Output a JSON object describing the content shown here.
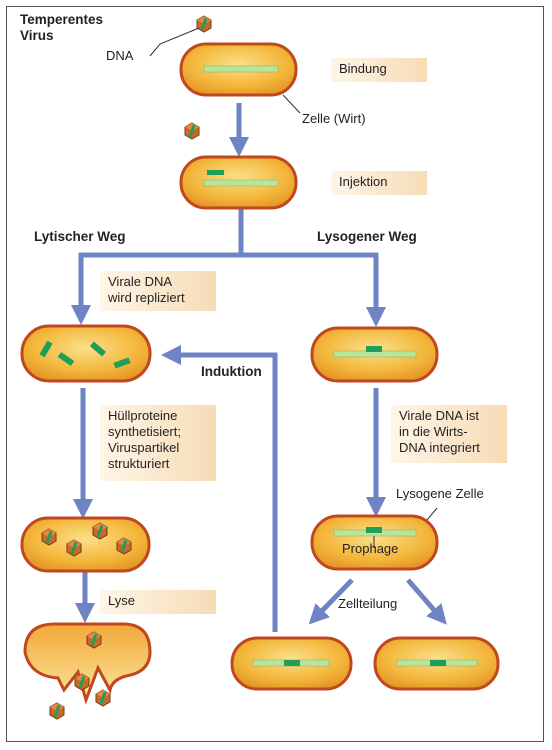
{
  "title_line1": "Temperentes",
  "title_line2": "Virus",
  "dna_label": "DNA",
  "host_label": "Zelle (Wirt)",
  "steps": {
    "bindung": "Bindung",
    "injektion": "Injektion",
    "replication": [
      "Virale DNA",
      "wird repliziert"
    ],
    "proteins": [
      "Hüllproteine",
      "synthetisiert;",
      "Viruspartikel",
      "strukturiert"
    ],
    "lyse": "Lyse",
    "integration": [
      "Virale DNA ist",
      "in die Wirts-",
      "DNA integriert"
    ],
    "zellteilung": "Zellteilung"
  },
  "paths": {
    "lytic": "Lytischer Weg",
    "lysogenic": "Lysogener Weg",
    "induction": "Induktion"
  },
  "lysogenic_cell_label": "Lysogene Zelle",
  "prophage_label": "Prophage",
  "colors": {
    "arrow": "#6f84c4",
    "cell_border": "#c0471e",
    "cell_fill": "#f2b030",
    "host_dna": "#b9e49a",
    "viral_dna": "#1f9e5a",
    "label_box": "#f5dcb6",
    "virus_capsid": "#c8692c"
  }
}
